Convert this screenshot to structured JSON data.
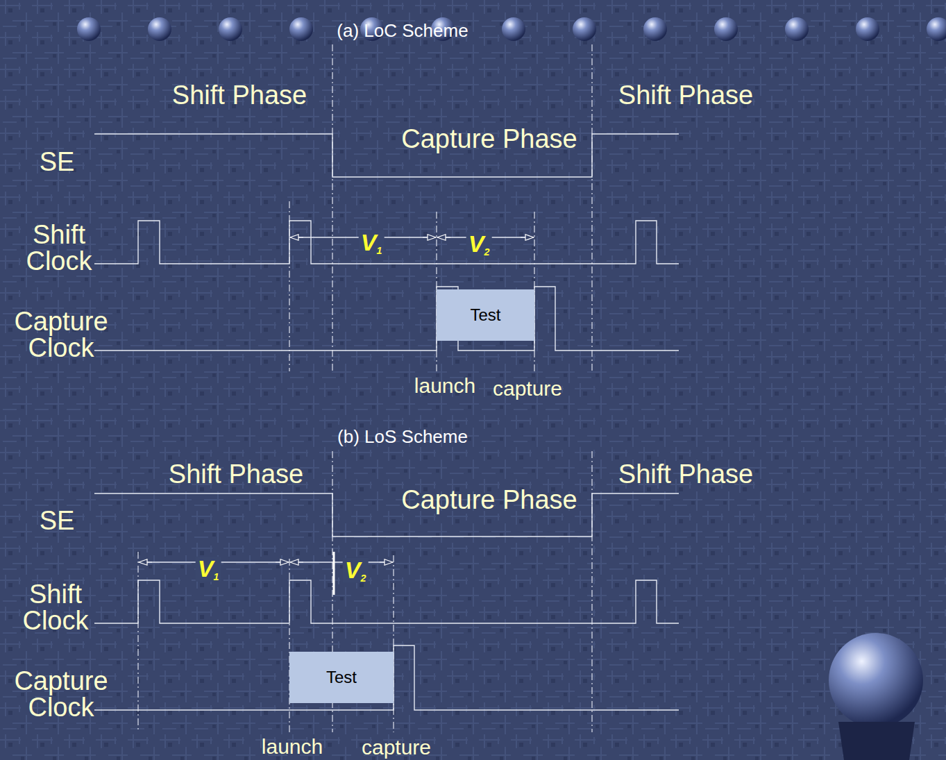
{
  "diagram": {
    "nodes": [
      {
        "text": [
          "Test"
        ]
      },
      {
        "text": [
          "Test"
        ]
      }
    ],
    "labels": [
      "(a) LoC Scheme",
      "Shift Phase",
      "Capture Phase",
      "Shift Phase",
      "SE",
      "Shift Clock",
      "V1",
      "V2",
      "Capture Clock",
      "launch",
      "capture",
      "(b) LoS Scheme",
      "Shift Phase",
      "Capture Phase",
      "Shift Phase",
      "SE",
      "Shift Clock",
      "V1",
      "V2",
      "Capture Clock",
      "launch",
      "capture"
    ]
  }
}
